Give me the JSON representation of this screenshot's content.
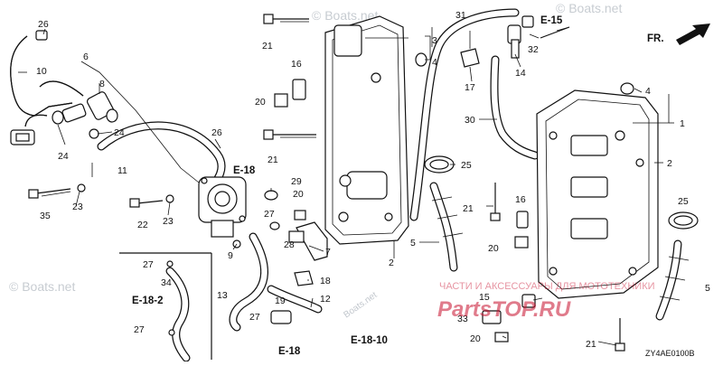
{
  "diagram": {
    "code": "ZY4AE0100B",
    "watermarks": [
      "© Boats.net",
      "© Boats.net",
      "Boats.net"
    ],
    "stamp_text": "ЧАСТИ И АКСЕССУАРЫ ДЛЯ МОТОТЕХНИКИ",
    "stamp_brand": "PartsTOP.RU",
    "fr_label": "FR.",
    "refs": [
      "E-15",
      "E-18",
      "E-18-2",
      "E-18-10",
      "E-18"
    ],
    "callouts": [
      "26",
      "10",
      "6",
      "8",
      "24",
      "24",
      "11",
      "26",
      "35",
      "23",
      "22",
      "23",
      "29",
      "20",
      "27",
      "9",
      "28",
      "7",
      "18",
      "12",
      "19",
      "27",
      "13",
      "34",
      "27",
      "27",
      "21",
      "16",
      "20",
      "21",
      "3",
      "4",
      "31",
      "32",
      "14",
      "17",
      "30",
      "25",
      "5",
      "2",
      "21",
      "16",
      "20",
      "25",
      "5",
      "15",
      "33",
      "20",
      "21",
      "4",
      "1",
      "2"
    ]
  }
}
